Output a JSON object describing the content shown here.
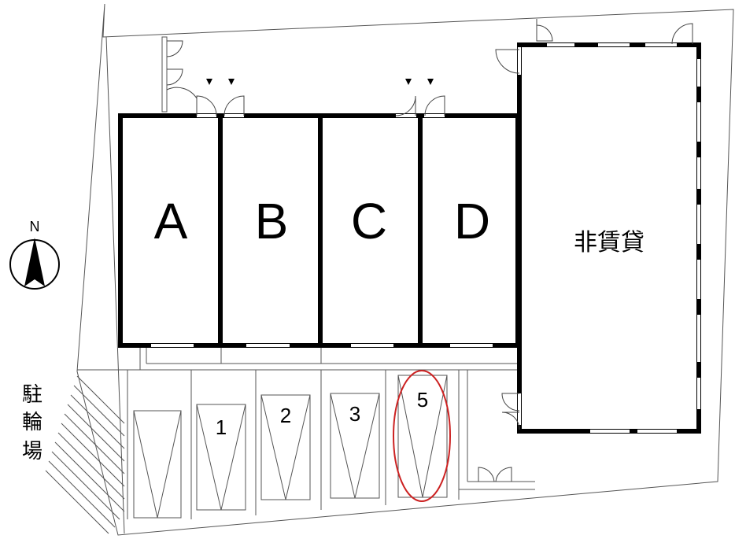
{
  "units": [
    {
      "label": "A"
    },
    {
      "label": "B"
    },
    {
      "label": "C"
    },
    {
      "label": "D"
    }
  ],
  "non_rental_building": {
    "label": "非賃貸"
  },
  "bicycle_parking": {
    "label": [
      "駐",
      "輪",
      "場"
    ]
  },
  "parking_spaces": [
    {
      "number": ""
    },
    {
      "number": "1"
    },
    {
      "number": "2"
    },
    {
      "number": "3"
    },
    {
      "number": "5",
      "highlighted": true
    }
  ],
  "compass": {
    "label": "N"
  },
  "colors": {
    "highlight": "#cc2222",
    "walls": "#000000",
    "lines": "#555555"
  }
}
